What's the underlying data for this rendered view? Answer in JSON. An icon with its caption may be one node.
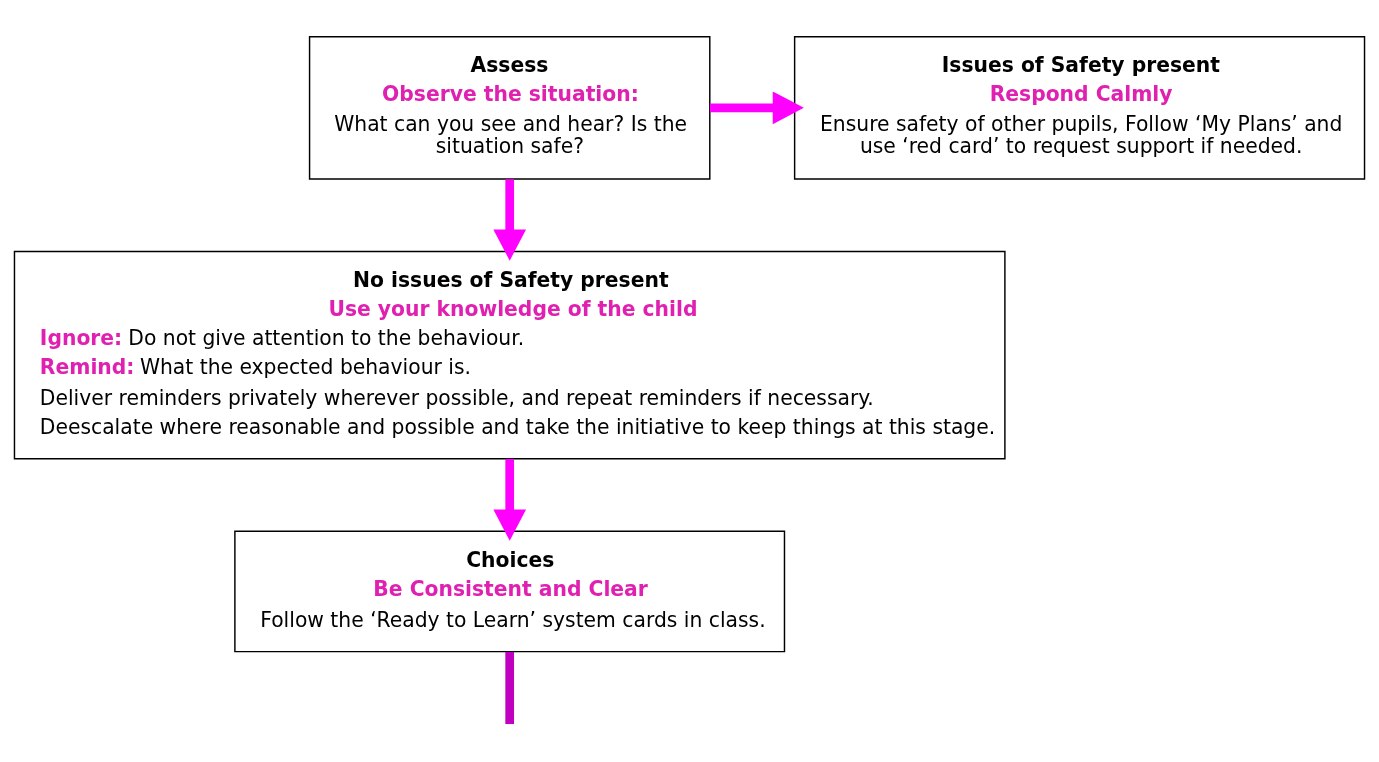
{
  "diagram": {
    "nodes": [
      {
        "text": [
          "Assess",
          "Observe the situation:",
          "What can you see and hear? Is the situation safe?"
        ]
      },
      {
        "text": [
          "Issues of Safety present",
          "Respond Calmly",
          "Ensure safety of other pupils, Follow ‘My Plans’ and use ‘red card’ to request support if needed."
        ]
      },
      {
        "text": [
          "No issues of Safety present",
          "Use your knowledge of the child",
          "**Ignore:** Do not give attention to the behaviour.",
          "**Remind:** What the expected behaviour is.",
          "Deliver reminders privately wherever possible, and repeat reminders if necessary.",
          "Deescalate where reasonable and possible and take the initiative to keep things at this stage."
        ]
      },
      {
        "text": [
          "Choices",
          "Be Consistent and Clear",
          "Follow the ‘Ready to Learn’ system cards in class."
        ]
      }
    ],
    "edges": [
      {
        "from": 0,
        "to": 1,
        "arrow": "to"
      },
      {
        "from": 0,
        "to": 2,
        "arrow": "to"
      },
      {
        "from": 2,
        "to": 3,
        "arrow": "to"
      },
      {
        "from": 3,
        "to": null,
        "arrow": "none",
        "color": "#c000c0"
      }
    ]
  }
}
